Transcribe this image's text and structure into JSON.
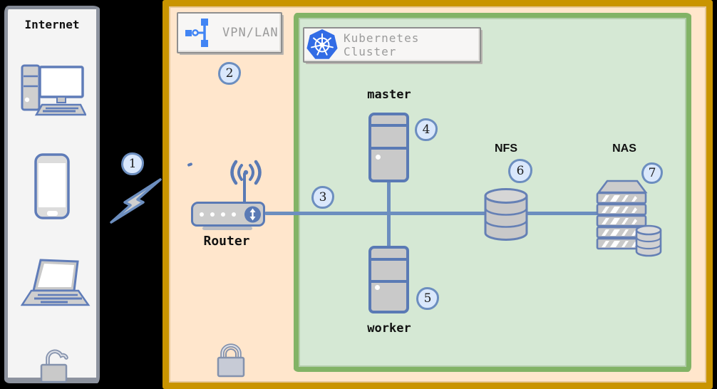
{
  "diagram": {
    "internet": {
      "title": "Internet",
      "icons": [
        "desktop-computer",
        "smartphone",
        "laptop",
        "open-padlock"
      ]
    },
    "vpn_zone": {
      "label": "VPN/LAN",
      "security": "closed-padlock"
    },
    "kubernetes_zone": {
      "label": "Kubernetes Cluster"
    },
    "nodes": {
      "router": {
        "label": "Router"
      },
      "master": {
        "label": "master"
      },
      "worker": {
        "label": "worker"
      },
      "nfs": {
        "label": "NFS"
      },
      "nas": {
        "label": "NAS"
      }
    },
    "badges": {
      "1": "1",
      "2": "2",
      "3": "3",
      "4": "4",
      "5": "5",
      "6": "6",
      "7": "7"
    },
    "colors": {
      "outer_zone_border": "#C99400",
      "outer_zone_fill": "#FFE6CC",
      "cluster_zone_border": "#82B366",
      "cluster_zone_fill": "#D5E8D4",
      "badge_fill": "#DAE8FC",
      "badge_border": "#6C8EBF",
      "line_blue": "#6C8EBF",
      "device_stroke": "#5A7AB5",
      "device_fill": "#CCCCCC",
      "kubernetes_blue": "#326CE5",
      "panel_fill": "#F4F4F4",
      "panel_border": "#8D939F",
      "label_text_gray": "#9B9B9B",
      "background": "#000000"
    }
  }
}
